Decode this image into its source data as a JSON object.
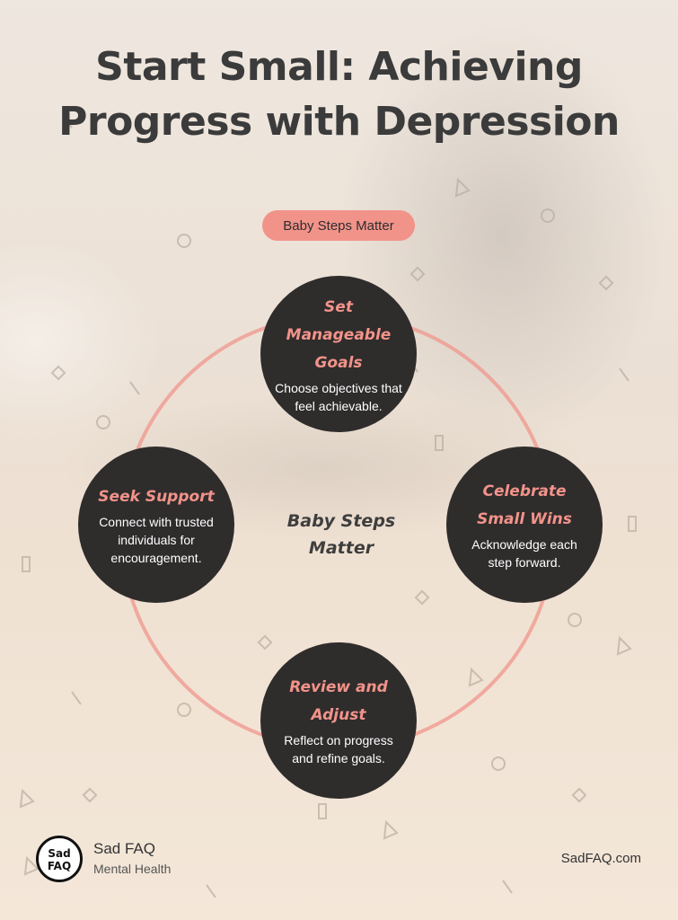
{
  "title": "Start Small: Achieving Progress with Depression",
  "subtitle_pill": "Baby Steps Matter",
  "center_label": "Baby Steps Matter",
  "nodes": [
    {
      "title": "Set Manageable Goals",
      "description": "Choose objectives that feel achievable."
    },
    {
      "title": "Celebrate Small Wins",
      "description": "Acknowledge each step forward."
    },
    {
      "title": "Review and Adjust",
      "description": "Reflect on progress and refine goals."
    },
    {
      "title": "Seek Support",
      "description": "Connect with trusted individuals for encouragement."
    }
  ],
  "brand": {
    "logo_text": "Sad FAQ",
    "name": "Sad FAQ",
    "tagline": "Mental Health"
  },
  "site_url": "SadFAQ.com",
  "colors": {
    "accent": "#f2938a",
    "node_bg": "#2f2c2c",
    "title_text": "#3b3b3b",
    "ring": "#f0968c"
  }
}
